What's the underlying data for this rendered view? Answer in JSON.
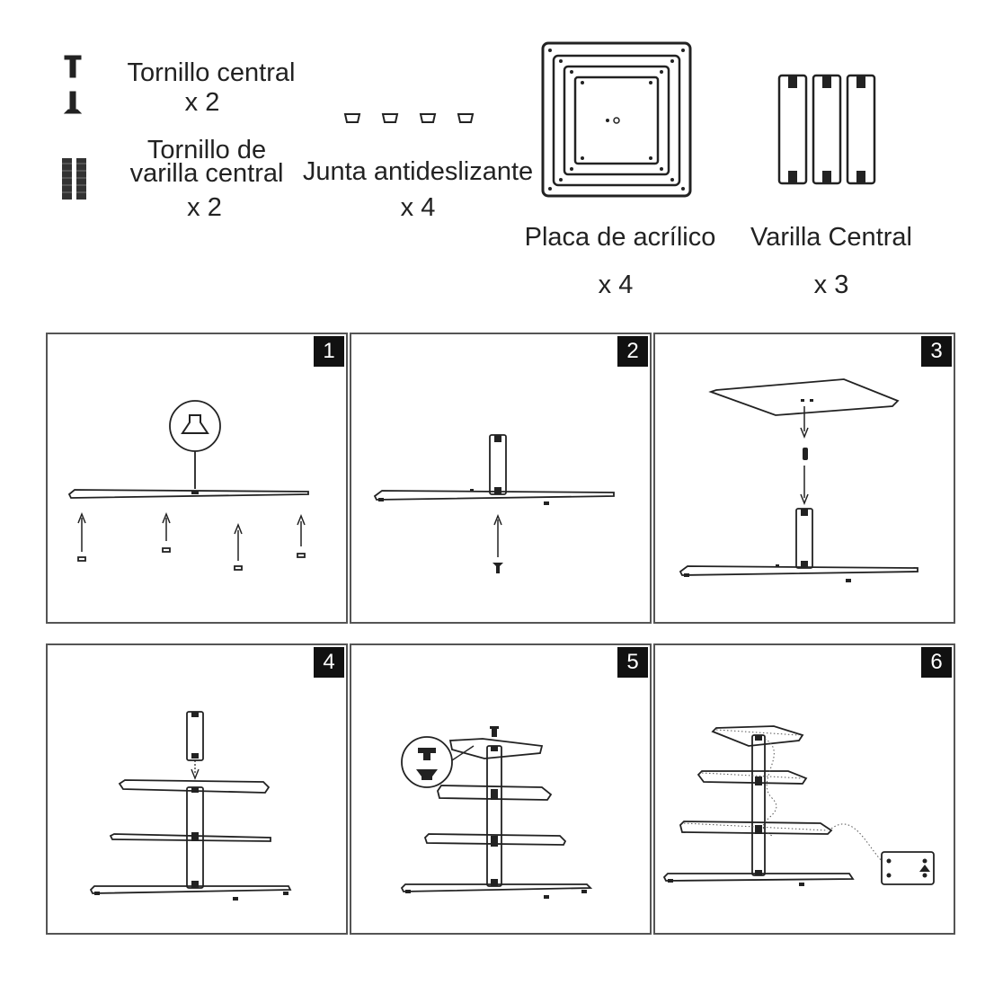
{
  "parts": {
    "center_screw": {
      "name": "Tornillo central",
      "qty": "x 2"
    },
    "rod_screw": {
      "name_line1": "Tornillo de",
      "name_line2": "varilla central",
      "qty": "x 2"
    },
    "gasket": {
      "name": "Junta antideslizante",
      "qty": "x 4"
    },
    "plate": {
      "name": "Placa de acrílico",
      "qty": "x 4"
    },
    "rod": {
      "name": "Varilla Central",
      "qty": "x 3"
    }
  },
  "steps": [
    "1",
    "2",
    "3",
    "4",
    "5",
    "6"
  ],
  "colors": {
    "line": "#222222",
    "border": "#555555",
    "badge": "#111111"
  }
}
